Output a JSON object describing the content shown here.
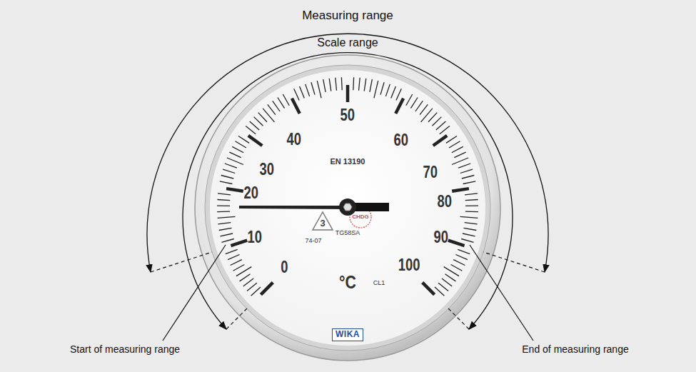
{
  "diagram": {
    "nodes": [
      {
        "text": [
          "WIKA"
        ]
      }
    ],
    "labels": [
      "Measuring range",
      "Scale range",
      "50",
      "40",
      "60",
      "30",
      "EN 13190",
      "70",
      "20",
      "80",
      "10",
      "90",
      "0",
      "100",
      "3",
      "74-07",
      "TG58SA",
      "CHDG",
      "°C",
      "CL1",
      "Start of measuring range",
      "End of measuring range"
    ]
  }
}
